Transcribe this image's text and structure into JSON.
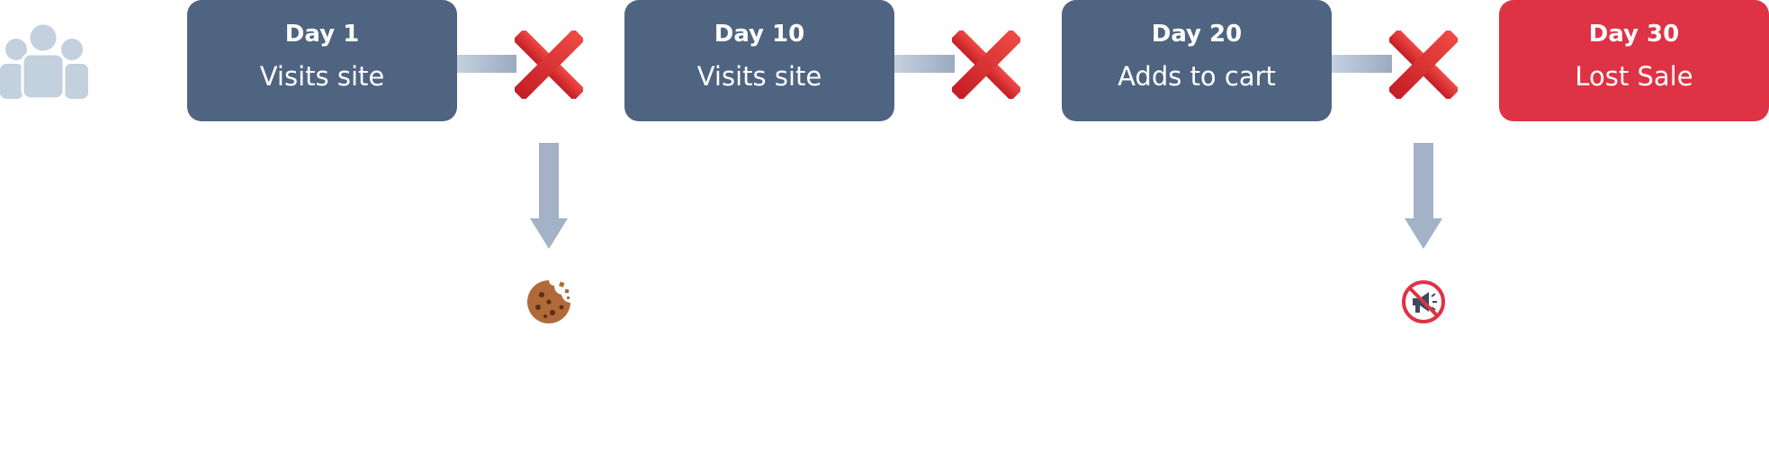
{
  "colors": {
    "step_bg": "#4f6480",
    "lost_bg": "#de3344",
    "connector": "#a3b2c6",
    "x_mark": "#d8232a",
    "arrow": "#a3b2c6",
    "users_icon": "#c3d0dd",
    "cookie": "#b06a3a",
    "no_ads_ring": "#de3344"
  },
  "icons": {
    "users": "users-group-icon",
    "fail": "red-x-icon",
    "cookie": "cookie-icon",
    "no_ads": "no-megaphone-icon"
  },
  "steps": [
    {
      "day": "Day 1",
      "action": "Visits site"
    },
    {
      "day": "Day 10",
      "action": "Visits site"
    },
    {
      "day": "Day 20",
      "action": "Adds to cart"
    },
    {
      "day": "Day 30",
      "action": "Lost Sale"
    }
  ]
}
